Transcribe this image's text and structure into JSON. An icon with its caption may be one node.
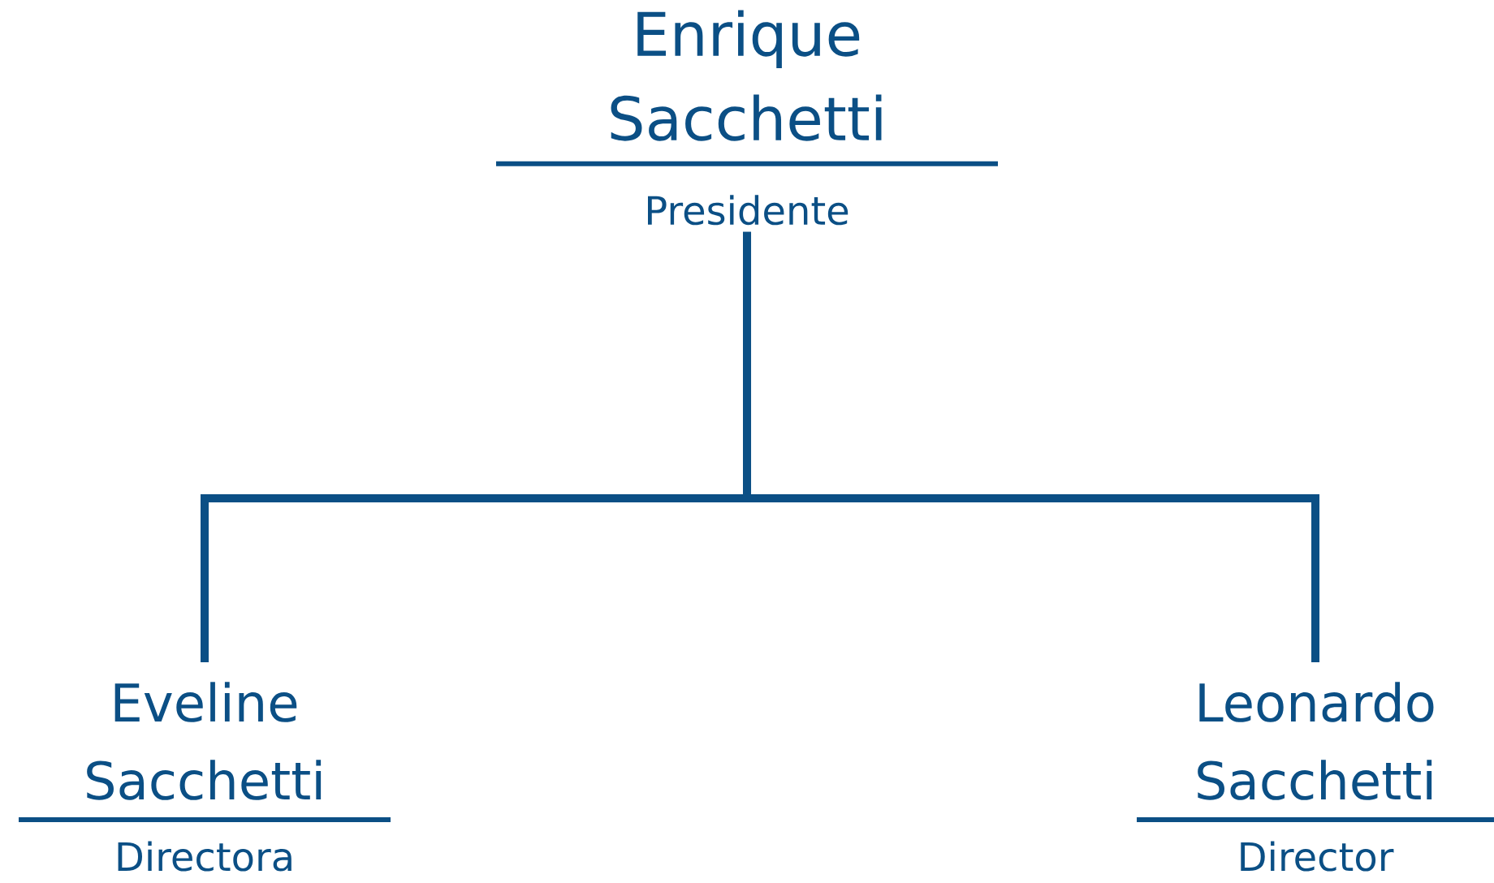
{
  "diagram": {
    "nodes": [
      {
        "text": [
          "Enrique Sacchetti",
          "Presidente"
        ]
      },
      {
        "text": [
          "Eveline Sacchetti",
          "Directora"
        ]
      },
      {
        "text": [
          "Leonardo Sacchetti",
          "Director"
        ]
      }
    ],
    "edges": [
      {
        "from": 0,
        "to": 1,
        "arrow": "none"
      },
      {
        "from": 0,
        "to": 2,
        "arrow": "none"
      }
    ]
  }
}
